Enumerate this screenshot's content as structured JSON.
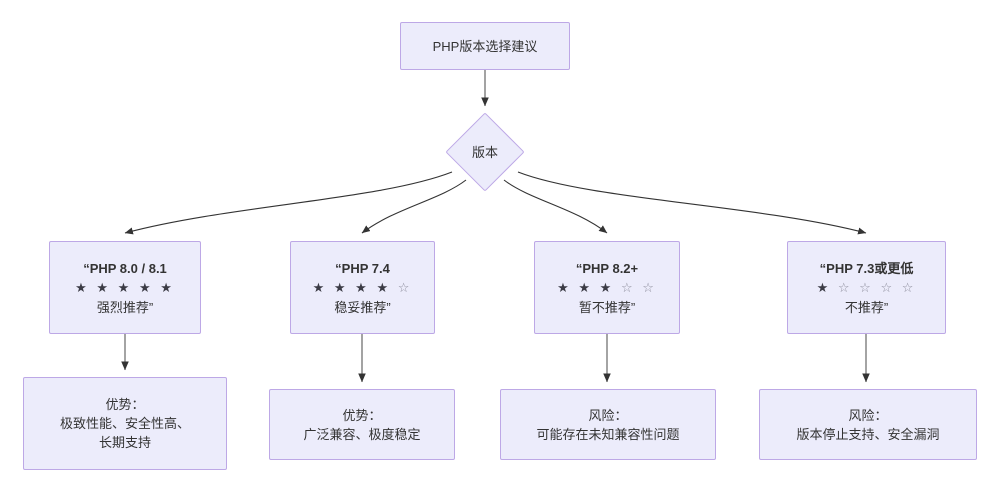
{
  "diagram": {
    "type": "flowchart",
    "title_node": {
      "label": "PHP版本选择建议"
    },
    "decision_node": {
      "label": "版本"
    },
    "options": [
      {
        "name": "php-80-81",
        "title": "“PHP 8.0 / 8.1",
        "rating_filled": 5,
        "rating_total": 5,
        "rating_text": "★ ★ ★ ★ ★",
        "verdict": "强烈推荐”",
        "detail": {
          "heading": "优势：",
          "lines": [
            "极致性能、安全性高、",
            "长期支持"
          ]
        }
      },
      {
        "name": "php-74",
        "title": "“PHP 7.4",
        "rating_filled": 4,
        "rating_total": 5,
        "rating_text": "★ ★ ★ ★ ☆",
        "verdict": "稳妥推荐”",
        "detail": {
          "heading": "优势：",
          "lines": [
            "广泛兼容、极度稳定"
          ]
        }
      },
      {
        "name": "php-82plus",
        "title": "“PHP 8.2+",
        "rating_filled": 3,
        "rating_total": 5,
        "rating_text": "★ ★ ★ ☆ ☆",
        "verdict": "暂不推荐”",
        "detail": {
          "heading": "风险：",
          "lines": [
            "可能存在未知兼容性问题"
          ]
        }
      },
      {
        "name": "php-73-or-lower",
        "title": "“PHP 7.3或更低",
        "rating_filled": 1,
        "rating_total": 5,
        "rating_text": "★ ☆ ☆ ☆ ☆",
        "verdict": "不推荐”",
        "detail": {
          "heading": "风险：",
          "lines": [
            "版本停止支持、安全漏洞"
          ]
        }
      }
    ],
    "colors": {
      "node_fill": "#ececfb",
      "node_border": "#bda8e6",
      "text": "#333333",
      "edge": "#333333",
      "star_filled": "#3b3b45",
      "star_empty": "#8f8f9e",
      "background": "#ffffff"
    }
  }
}
